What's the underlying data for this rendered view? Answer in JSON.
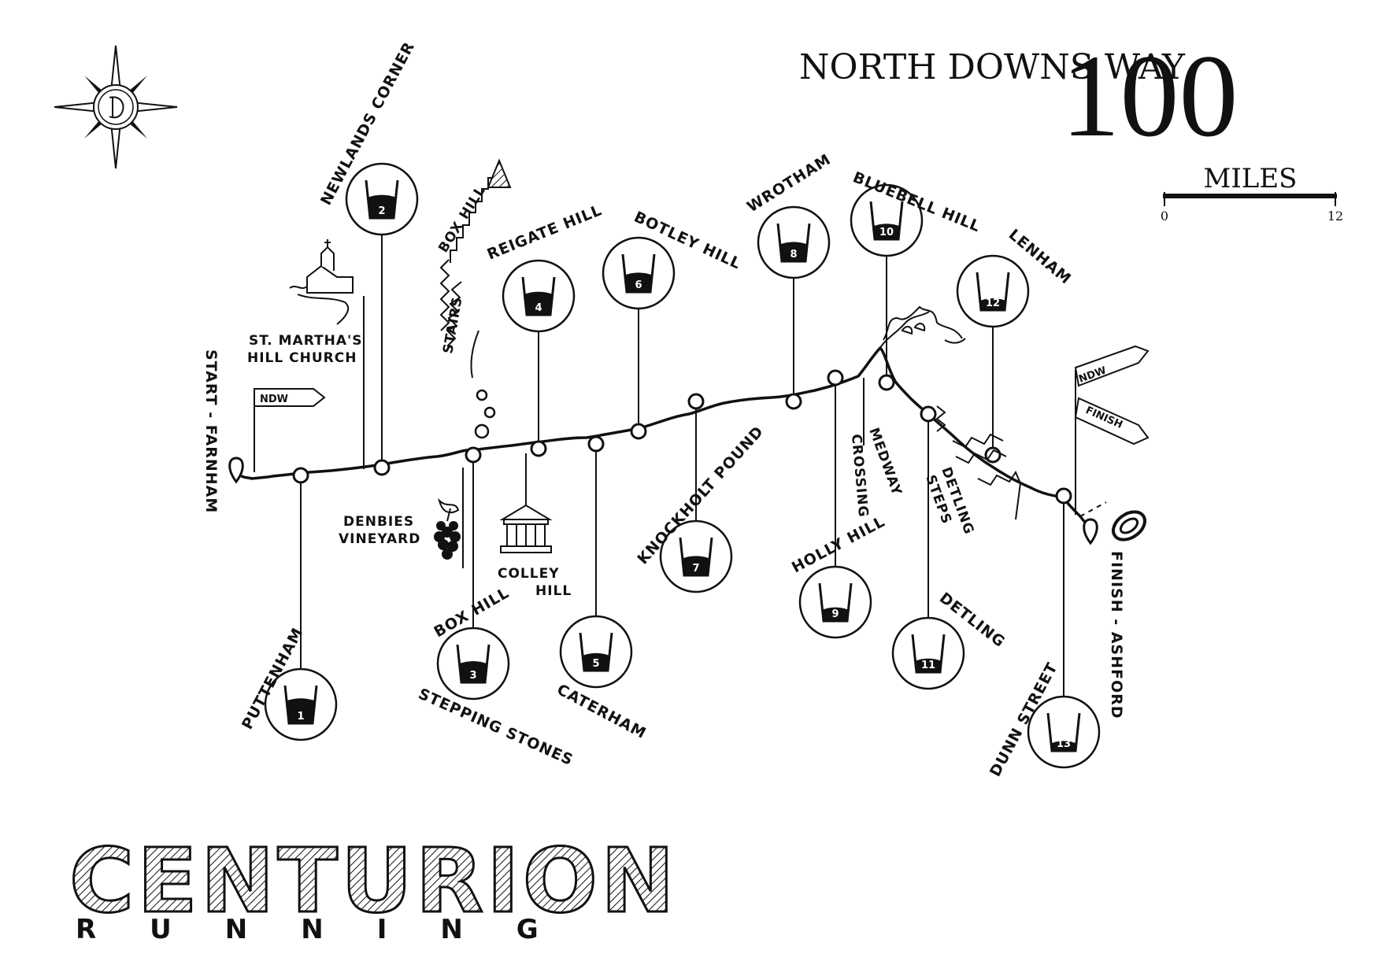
{
  "title": {
    "line1": "NORTH DOWNS WAY",
    "distance": "100",
    "unit": "MILES"
  },
  "scale": {
    "min": "0",
    "max": "12"
  },
  "brand": {
    "name": "CENTURION",
    "sub": "RUNNING"
  },
  "start": {
    "label": "START - FARNHAM",
    "sign": "NDW"
  },
  "finish": {
    "label": "FINISH - ASHFORD",
    "sign_ndw": "NDW",
    "sign_finish": "FINISH"
  },
  "checkpoints": [
    {
      "num": "1",
      "name": "PUTTENHAM"
    },
    {
      "num": "2",
      "name": "NEWLANDS CORNER"
    },
    {
      "num": "3",
      "name": "BOX HILL",
      "name2": "STEPPING STONES"
    },
    {
      "num": "4",
      "name": "REIGATE HILL"
    },
    {
      "num": "5",
      "name": "CATERHAM"
    },
    {
      "num": "6",
      "name": "BOTLEY HILL"
    },
    {
      "num": "7",
      "name": "KNOCKHOLT POUND"
    },
    {
      "num": "8",
      "name": "WROTHAM"
    },
    {
      "num": "9",
      "name": "HOLLY HILL"
    },
    {
      "num": "10",
      "name": "BLUEBELL HILL"
    },
    {
      "num": "11",
      "name": "DETLING"
    },
    {
      "num": "12",
      "name": "LENHAM"
    },
    {
      "num": "13",
      "name": "DUNN STREET"
    }
  ],
  "landmarks": {
    "church": "ST. MARTHA'S",
    "church2": "HILL CHURCH",
    "vineyard": "DENBIES",
    "vineyard2": "VINEYARD",
    "stairs": "BOX HILL",
    "stairs2": "STAIRS",
    "colley": "COLLEY",
    "colley2": "HILL",
    "medway": "MEDWAY",
    "medway2": "CROSSING",
    "detling_steps": "DETLING",
    "detling_steps2": "STEPS"
  }
}
